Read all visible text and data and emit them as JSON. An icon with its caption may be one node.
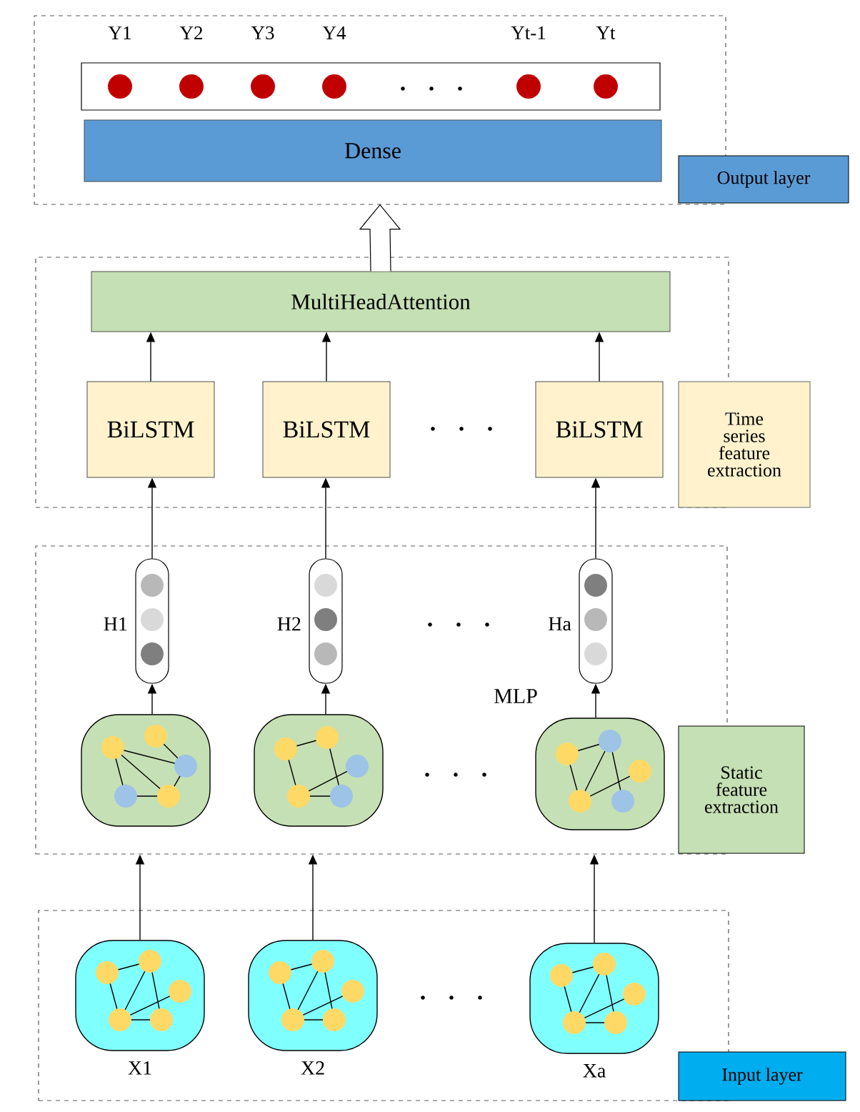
{
  "diagram": {
    "nodes": [
      {
        "text": [],
        "shape": "box"
      },
      {
        "text": [],
        "shape": "box",
        "in": 0
      },
      {
        "text": [
          "Dense"
        ],
        "in": 0
      },
      {
        "text": [
          "Output layer"
        ]
      },
      {
        "text": [],
        "shape": "box"
      },
      {
        "text": [
          "MultiHeadAttention"
        ],
        "in": 4
      },
      {
        "text": [
          "BiLSTM"
        ],
        "in": 4
      },
      {
        "text": [
          "BiLSTM"
        ],
        "in": 4
      },
      {
        "text": [
          "BiLSTM"
        ],
        "in": 4
      },
      {
        "text": [
          "Time series feature extraction"
        ]
      },
      {
        "text": [],
        "shape": "box"
      },
      {
        "text": [],
        "shape": "capsule",
        "in": 10,
        "beside": [
          "H1"
        ]
      },
      {
        "text": [],
        "shape": "capsule",
        "in": 10,
        "beside": [
          "H2"
        ]
      },
      {
        "text": [],
        "shape": "capsule",
        "in": 10,
        "beside": [
          "Ha"
        ]
      },
      {
        "text": [],
        "shape": "picture",
        "in": 10
      },
      {
        "text": [],
        "shape": "picture",
        "in": 10
      },
      {
        "text": [],
        "shape": "picture",
        "in": 10
      },
      {
        "text": [
          "Static feature extraction"
        ]
      },
      {
        "text": [],
        "shape": "box"
      },
      {
        "text": [],
        "shape": "picture",
        "in": 18,
        "beside": [
          "X1"
        ]
      },
      {
        "text": [],
        "shape": "picture",
        "in": 18,
        "beside": [
          "X2"
        ]
      },
      {
        "text": [],
        "shape": "picture",
        "in": 18,
        "beside": [
          "Xa"
        ]
      },
      {
        "text": [
          "Input layer"
        ]
      }
    ],
    "edges": [
      {
        "from": 5,
        "to": 0,
        "arrow": "to",
        "style": "thick"
      },
      {
        "from": 6,
        "to": 5,
        "arrow": "to"
      },
      {
        "from": 7,
        "to": 5,
        "arrow": "to"
      },
      {
        "from": 8,
        "to": 5,
        "arrow": "to"
      },
      {
        "from": 11,
        "to": 6,
        "arrow": "to"
      },
      {
        "from": 12,
        "to": 7,
        "arrow": "to"
      },
      {
        "from": 13,
        "to": 8,
        "arrow": "to"
      },
      {
        "from": 14,
        "to": 11,
        "arrow": "to"
      },
      {
        "from": 15,
        "to": 12,
        "arrow": "to"
      },
      {
        "from": 16,
        "to": 13,
        "arrow": "to"
      },
      {
        "from": 19,
        "to": 10,
        "arrow": "to"
      },
      {
        "from": 20,
        "to": 10,
        "arrow": "to"
      },
      {
        "from": 21,
        "to": 10,
        "arrow": "to"
      }
    ],
    "labels": [
      "Y1",
      "Y2",
      "Y3",
      "Y4",
      "Yt-1",
      "Yt",
      "MLP"
    ]
  }
}
